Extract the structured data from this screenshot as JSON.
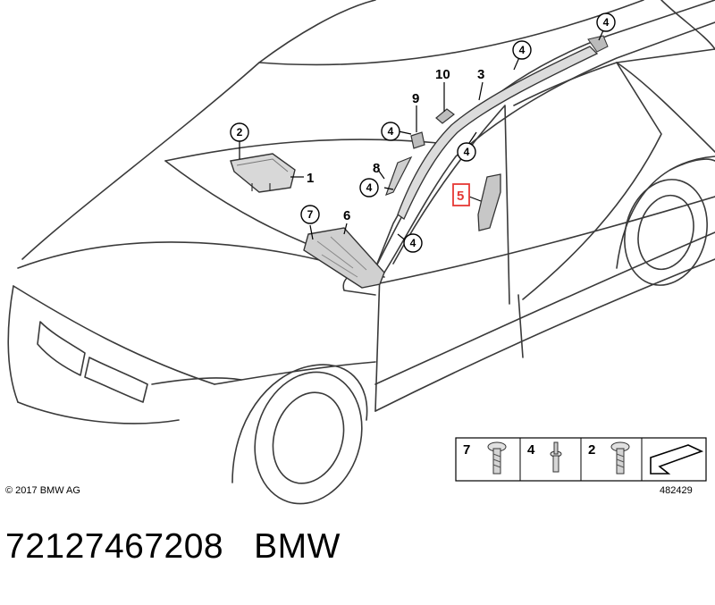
{
  "callouts": [
    {
      "label": "1"
    },
    {
      "label": "2"
    },
    {
      "label": "3"
    },
    {
      "label": "4"
    },
    {
      "label": "5"
    },
    {
      "label": "6"
    },
    {
      "label": "7"
    },
    {
      "label": "8"
    },
    {
      "label": "9"
    },
    {
      "label": "10"
    }
  ],
  "highlight_color": "#e53935",
  "legend": {
    "items": [
      {
        "label": "7",
        "icon": "torx-screw-icon"
      },
      {
        "label": "4",
        "icon": "clip-rivet-icon"
      },
      {
        "label": "2",
        "icon": "torx-screw-icon"
      }
    ]
  },
  "copyright": "© 2017 BMW AG",
  "diagram_id": "482429",
  "caption": "72127467208   BMW"
}
